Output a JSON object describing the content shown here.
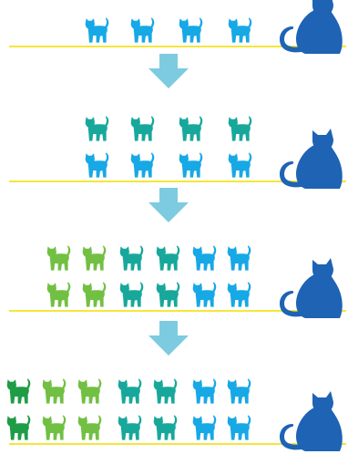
{
  "colors": {
    "baseline": "#f5e63a",
    "arrow": "#7ccbe0",
    "mother_cat": "#1e63b4",
    "generation_1": "#17a8e6",
    "generation_2": "#17a89b",
    "generation_3": "#72c043",
    "generation_4": "#1f9c46"
  },
  "icons": {
    "kitten": "kitten-icon",
    "mother": "adult-cat-icon",
    "arrow": "down-arrow-icon"
  },
  "panels": [
    {
      "name": "stage-1",
      "rows": [
        [
          "generation_1",
          "generation_1",
          "generation_1",
          "generation_1"
        ]
      ]
    },
    {
      "name": "stage-2",
      "rows": [
        [
          "generation_2",
          "generation_2",
          "generation_2",
          "generation_2"
        ],
        [
          "generation_1",
          "generation_1",
          "generation_1",
          "generation_1"
        ]
      ]
    },
    {
      "name": "stage-3",
      "rows": [
        [
          "generation_3",
          "generation_3",
          "generation_2",
          "generation_2",
          "generation_1",
          "generation_1"
        ],
        [
          "generation_3",
          "generation_3",
          "generation_2",
          "generation_2",
          "generation_1",
          "generation_1"
        ]
      ]
    },
    {
      "name": "stage-4",
      "rows": [
        [
          "generation_4",
          "generation_3",
          "generation_3",
          "generation_2",
          "generation_2",
          "generation_1",
          "generation_1"
        ],
        [
          "generation_4",
          "generation_3",
          "generation_3",
          "generation_2",
          "generation_2",
          "generation_1",
          "generation_1"
        ]
      ]
    }
  ]
}
